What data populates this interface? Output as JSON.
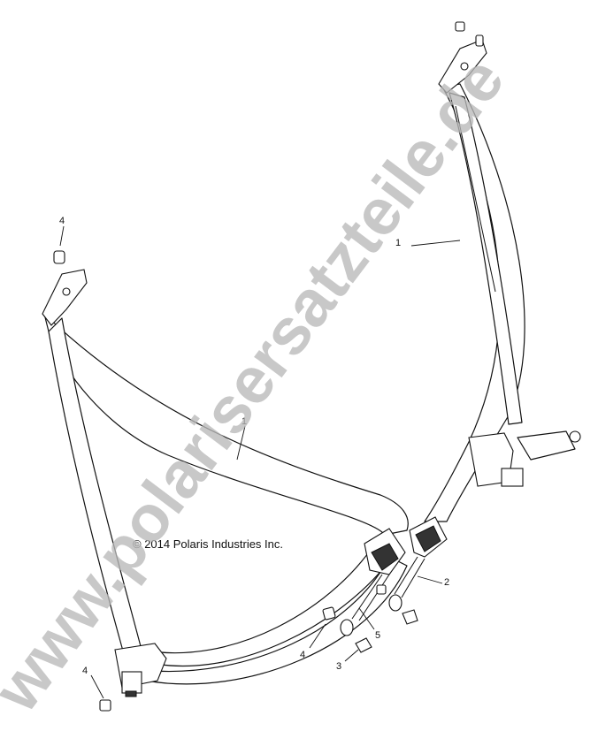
{
  "diagram": {
    "copyright": "© 2014 Polaris Industries Inc.",
    "watermark": "www.polarisersatzteile.de",
    "callouts": {
      "c1_upper": "1",
      "c1_lower": "1",
      "c2": "2",
      "c3": "3",
      "c4_topleft": "4",
      "c4_mid": "4",
      "c4_bottom": "4",
      "c5": "5"
    }
  }
}
